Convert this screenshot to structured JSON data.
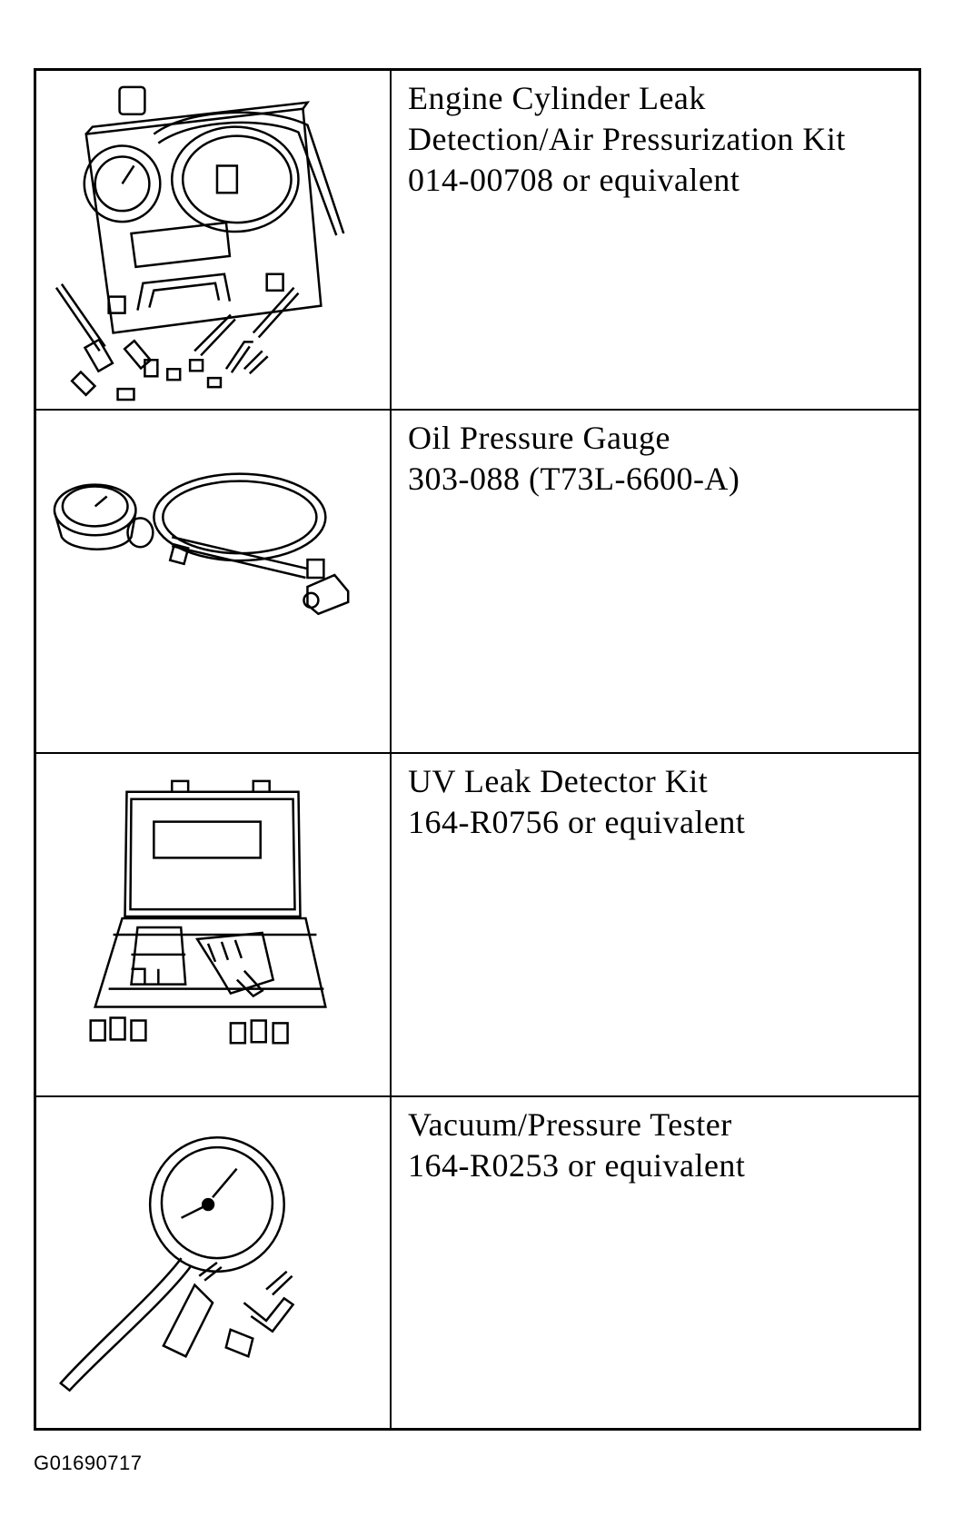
{
  "tools": [
    {
      "illustration": "leak-detection-kit-case-icon",
      "lines": [
        "Engine Cylinder Leak",
        "Detection/Air Pressurization Kit",
        "014-00708 or equivalent"
      ]
    },
    {
      "illustration": "oil-pressure-gauge-icon",
      "lines": [
        "Oil Pressure Gauge",
        "303-088 (T73L-6600-A)"
      ]
    },
    {
      "illustration": "uv-leak-detector-kit-icon",
      "lines": [
        "UV Leak Detector Kit",
        "164-R0756 or equivalent"
      ]
    },
    {
      "illustration": "vacuum-pressure-tester-icon",
      "lines": [
        "Vacuum/Pressure Tester",
        "164-R0253 or equivalent"
      ]
    }
  ],
  "figure_id": "G01690717"
}
